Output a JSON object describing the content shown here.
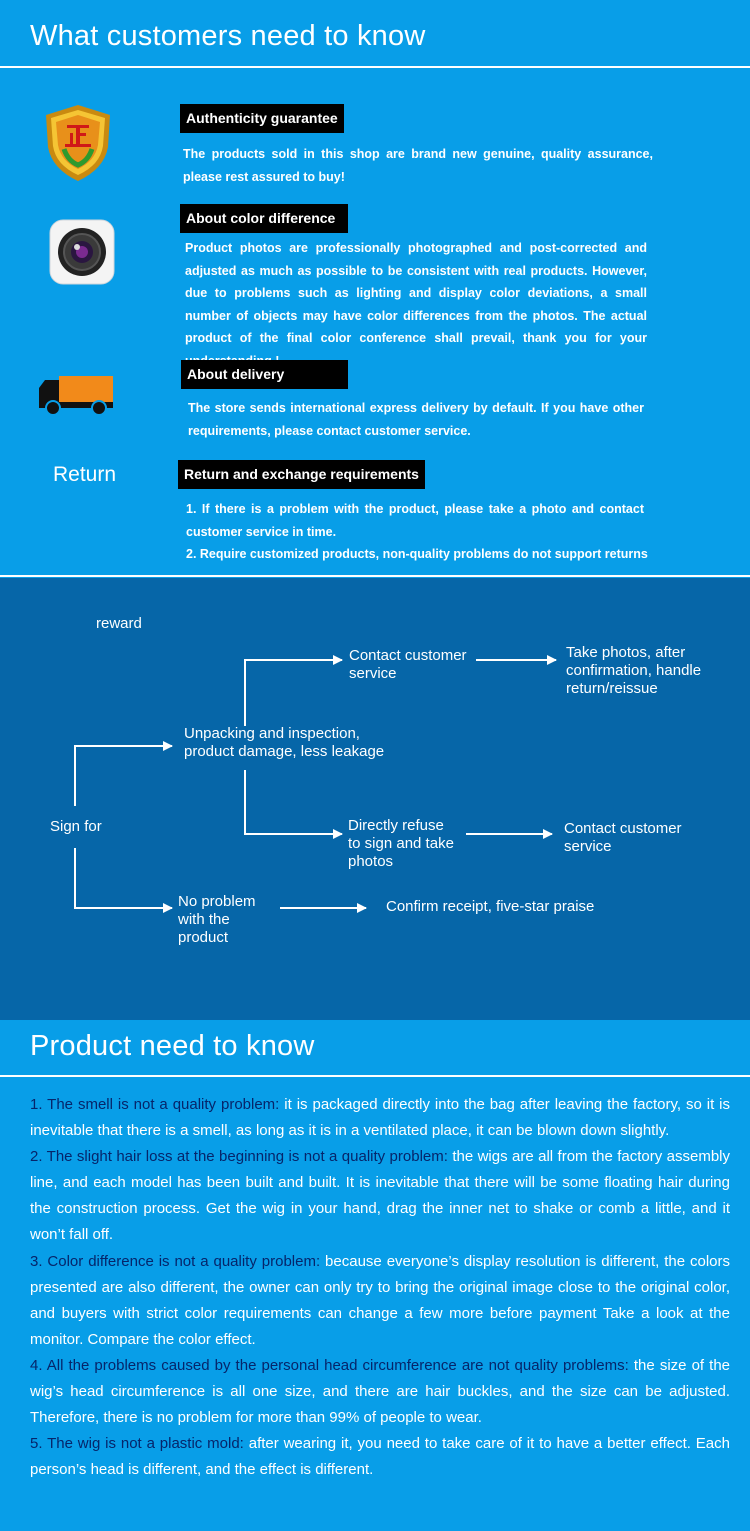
{
  "section1": {
    "title": "What customers need to know",
    "blocks": [
      {
        "label": "Authenticity guarantee",
        "text": "The products sold in this shop are brand new genuine, quality assurance, please rest assured to buy!",
        "icon": "shield-icon"
      },
      {
        "label": "About color difference",
        "text": "Product photos are professionally photographed and post-corrected and adjusted as much as possible to be consistent with real products. However, due to problems such as lighting and display color deviations, a small number of objects may have color differences from the photos. The actual product of the final color conference shall prevail, thank you for your understanding !",
        "icon": "camera-icon"
      },
      {
        "label": "About delivery",
        "text": "The store sends international express delivery by default. If you have other requirements, please contact customer service.",
        "icon": "truck-icon"
      },
      {
        "label": "Return and exchange requirements",
        "icon_text": "Return",
        "lines": [
          "1. If there is a problem with the product, please take a photo and contact customer service in time.",
          "2. Require customized products, non-quality problems do not support returns"
        ]
      }
    ]
  },
  "flow": {
    "reward": "reward",
    "sign_for": "Sign for",
    "unpacking": "Unpacking and inspection, product damage, less leakage",
    "contact1": "Contact customer service",
    "take_photos": "Take photos, after confirmation, handle return/reissue",
    "refuse": "Directly refuse to sign and take photos",
    "contact2": "Contact customer service",
    "no_problem": "No problem with the product",
    "confirm": "Confirm receipt, five-star praise"
  },
  "section3": {
    "title": "Product need to know",
    "items": [
      {
        "head": "1. The smell is not a quality problem:",
        "body": " it is packaged directly into the bag after leaving the factory, so it is inevitable that there is a smell, as long as it is in a ventilated place, it can be blown down slightly."
      },
      {
        "head": "2. The slight hair loss at the beginning is not a quality problem:",
        "body": " the wigs are all from the factory assembly line, and each model has been built and built. It is inevitable that there will be some floating hair during the construction process. Get the wig in your hand, drag the inner net to shake or comb a little, and it won’t fall off."
      },
      {
        "head": "3. Color difference is not a quality problem:",
        "body": " because everyone’s display resolution is different, the colors presented are also different, the owner can only try to bring the original image close to the original color, and buyers with strict color requirements can change a few more before payment Take a look at the monitor. Compare the color effect."
      },
      {
        "head": "4. All the problems caused by the personal head circumference are not quality problems:",
        "body": " the size of the wig’s head circumference is all one size, and there are hair buckles, and the size can be adjusted. Therefore, there is no problem for more than 99% of people to wear."
      },
      {
        "head": "5. The wig is not a plastic mold:",
        "body": " after wearing it, you need to take care of it to have a better effect. Each person’s head is different, and the effect is different."
      }
    ]
  },
  "colors": {
    "bright_blue": "#089ee8",
    "dark_blue": "#0666a8",
    "navy_text": "#06256a",
    "label_bg": "#000000"
  }
}
